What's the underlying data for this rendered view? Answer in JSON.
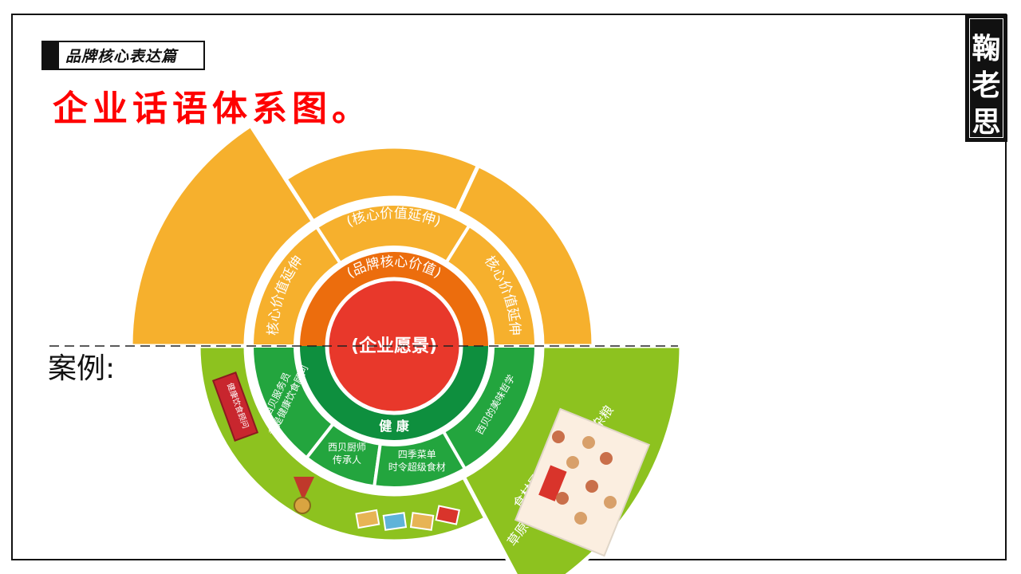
{
  "section_tag": "品牌核心表达篇",
  "title": "企业话语体系图。",
  "seal": [
    "鞠",
    "老",
    "思"
  ],
  "case_label": "案例:",
  "diagram": {
    "center": "(企业愿景)",
    "core_ring": "(品牌核心价值)",
    "extension_labels": [
      "(核心价值延伸)",
      "(核心价值延伸)",
      "(核心价值延伸)"
    ],
    "health_label": "健 康",
    "green_segments": [
      "西贝服务员\n都是健康饮食顾问",
      "西贝厨师\n传承人",
      "四季菜单\n时令超级食材",
      "西贝的美味哲学"
    ],
    "outer_text": "食材是唯一的真理\n草原的牛羊肉 乡野的五谷杂粮",
    "sign_text": "健康饮食顾问"
  },
  "colors": {
    "title_red": "#ff0000",
    "center_red": "#e8382b",
    "core_orange": "#ec6d0d",
    "outer_orange": "#f6b02d",
    "green_dark": "#0e8f3e",
    "green_mid": "#23a53e",
    "green_light": "#8dc21f"
  }
}
